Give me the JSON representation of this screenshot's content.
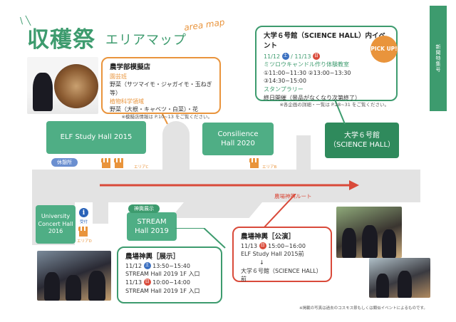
{
  "title": {
    "main": "収穫祭",
    "sub": "エリアマップ",
    "deco": "area map"
  },
  "sidebar": {
    "label": "新聞特集号"
  },
  "buildings": {
    "elf": "ELF Study Hall 2015",
    "consilience_1": "Consilience",
    "consilience_2": "Hall 2020",
    "science_1": "大学６号館",
    "science_2": "（SCIENCE HALL）",
    "concert_1": "University",
    "concert_2": "Concert Hall",
    "concert_3": "2016",
    "stream_1": "STREAM",
    "stream_2": "Hall 2019"
  },
  "labels": {
    "rest": "休憩所",
    "stall_a": "エリアC",
    "stall_b": "エリアB",
    "stall_c": "エリアD",
    "info": "受付",
    "exhibit": "神輿展示",
    "route": "農場神輿ルート"
  },
  "callouts": {
    "agri": {
      "title": "農学部模擬店",
      "line1": "園芸班",
      "line2": "野菜（サツマイモ・ジャガイモ・玉ねぎ等）",
      "line3": "植物科学領域",
      "line4": "野菜（大根・キャベツ・白菜）・花",
      "note": "※模擬店情報は P.10~13 をご覧ください。"
    },
    "science": {
      "title": "大学６号館（SCIENCE HALL）内イベント",
      "date_a": "11/12",
      "day_a": "土",
      "date_sep": "/ 11/13",
      "day_b": "日",
      "event1": "ミツロウキャンドル作り体験教室",
      "times": "①11:00~11:30 ②13:00~13:30 ③14:30~15:00",
      "event2": "スタンプラリー",
      "event2_detail": "終日開催（景品がなくなり次第終了）",
      "note": "※各企画の詳細・一覧は P.28~31 をご覧ください。",
      "pickup": "PICK UP!"
    },
    "exhibit": {
      "title": "農場神輿［展示］",
      "d1": "11/12",
      "d1_day": "土",
      "d1_time": "13:50~15:40",
      "d1_place": "STREAM Hall 2019 1F 入口",
      "d2": "11/13",
      "d2_day": "日",
      "d2_time": "10:00~14:00",
      "d2_place": "STREAM Hall 2019 1F 入口"
    },
    "parade": {
      "title": "農場神輿［公演］",
      "date": "11/13",
      "day": "日",
      "time": "15:00~16:00",
      "from": "ELF Study Hall 2015前",
      "arrow": "↓",
      "to": "大学６号館（SCIENCE HALL）前"
    }
  },
  "footnote": "※掲載の写真は過去のコスモス祭もしくは類似イベントによるものです。",
  "colors": {
    "green": "#3d9b6e",
    "orange": "#e9943c",
    "red": "#d94a3a",
    "blue": "#6b8fd0"
  }
}
